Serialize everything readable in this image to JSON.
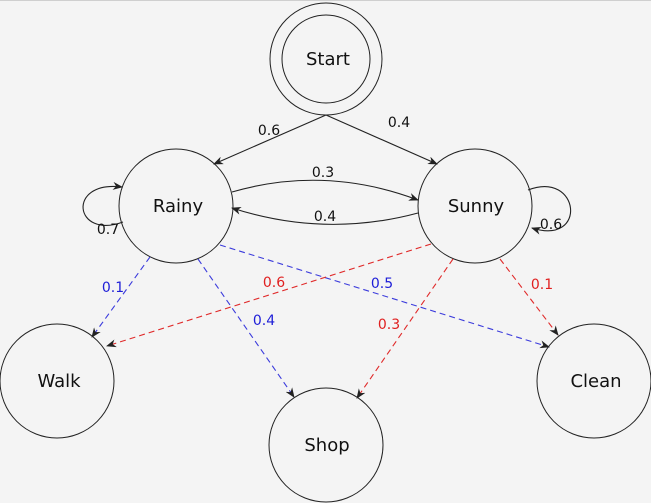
{
  "nodes": {
    "start": "Start",
    "rainy": "Rainy",
    "sunny": "Sunny",
    "walk": "Walk",
    "shop": "Shop",
    "clean": "Clean"
  },
  "edges": {
    "start_rainy": "0.6",
    "start_sunny": "0.4",
    "rainy_sunny": "0.3",
    "sunny_rainy": "0.4",
    "rainy_rainy": "0.7",
    "sunny_sunny": "0.6",
    "rainy_walk": "0.1",
    "rainy_shop": "0.4",
    "rainy_clean": "0.5",
    "sunny_walk": "0.6",
    "sunny_shop": "0.3",
    "sunny_clean": "0.1"
  },
  "colors": {
    "background": "#f4f4f4",
    "stroke": "#222222",
    "emission_rainy": "#3b3bdc",
    "emission_sunny": "#e02a2a"
  }
}
